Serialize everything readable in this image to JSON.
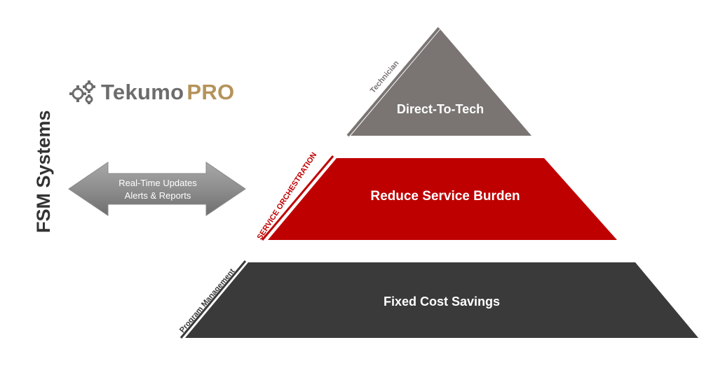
{
  "logo": {
    "name_part1": "Tekumo",
    "name_part2": "PRO"
  },
  "side_title": "FSM Systems",
  "arrow": {
    "line1": "Real-Time Updates",
    "line2": "Alerts & Reports"
  },
  "tiers": [
    {
      "label": "Direct-To-Tech",
      "side_label": "Technician",
      "color": "#7a7573"
    },
    {
      "label": "Reduce Service Burden",
      "side_label": "SERVICE ORCHESTRATION",
      "color": "#bf0000"
    },
    {
      "label": "Fixed Cost Savings",
      "side_label": "Program Management",
      "color": "#3a3a3a"
    }
  ]
}
